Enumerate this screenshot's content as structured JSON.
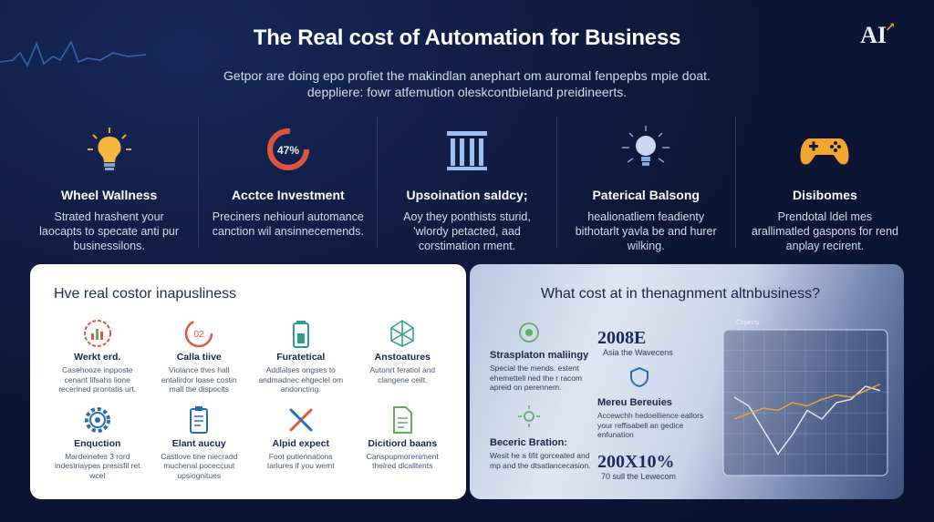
{
  "header": {
    "title": "The Real cost of Automation for Business",
    "logo": "AI",
    "subtitle_line1": "Getpor are doing epo profiet the makindlan anephart om auromal fenpepbs mpie doat.",
    "subtitle_line2": "deppliere: fowr atfemution oleskcontbieland preidineerts."
  },
  "features": [
    {
      "title": "Wheel Wallness",
      "desc": "Strated hrashent your laocapts to specate anti pur businessilons.",
      "icon": "lightbulb-icon"
    },
    {
      "title": "Acctce Investment",
      "desc": "Preciners nehiourl automance canction wil ansinnecemends.",
      "icon": "percent-ring-icon",
      "badge": "47%"
    },
    {
      "title": "Upsoination saldcy;",
      "desc": "Aoy they ponthists sturid, 'wlordy petacted, aad corstimation rment.",
      "icon": "columns-icon"
    },
    {
      "title": "Paterical Balsong",
      "desc": "healionatliem feadienty bithotarlt yavla be and hurer wilking.",
      "icon": "lightbulb-rays-icon"
    },
    {
      "title": "Disibomes",
      "desc": "Prendotal ldel mes arallimatled gaspons for rend anplay recirent.",
      "icon": "gamepad-icon"
    }
  ],
  "left_panel": {
    "title": "Hve real costor inapusliness",
    "items": [
      {
        "title": "Werkt erd.",
        "desc": "Casehooze inpposte cenant lifsahs lione recerined prontatis urt.",
        "icon": "chart-ring-icon"
      },
      {
        "title": "Calla tiive",
        "desc": "Violance thes hall entalirdor loase costin mall the dispocits",
        "icon": "gauge-icon",
        "badge": "02"
      },
      {
        "title": "Furatetical",
        "desc": "Addlalses ongses to andmadnec ehgeclel om andoncting.",
        "icon": "battery-icon"
      },
      {
        "title": "Anstoatures",
        "desc": "Autonrt feratiol and clangene ceilt.",
        "icon": "network-icon"
      },
      {
        "title": "Enquction",
        "desc": "Mardeinetes 3 rord indestriaypes presisfil ret wcel",
        "icon": "gear-icon"
      },
      {
        "title": "Elant aucuy",
        "desc": "Castlove tine niecraod muchenal poceccuut upsiognitues",
        "icon": "clipboard-icon"
      },
      {
        "title": "Alpid expect",
        "desc": "Foot putlennations tarlures if you wemt",
        "icon": "tools-icon"
      },
      {
        "title": "Dicitiord baans",
        "desc": "Canspupmoreniment thelred dlcalltents",
        "icon": "document-icon"
      }
    ]
  },
  "right_panel": {
    "title": "What cost at in thenagnment altnbusiness?",
    "items": [
      {
        "title": "Strasplaton maliingy",
        "desc": "Special the mends. estent ehemetteli ned the r racom apreid on perennem.",
        "icon": "target-icon"
      },
      {
        "title": "Mereu Bereuies",
        "desc": "Accewchh hedoellience eallors your reffisabell an gedice enfunation",
        "icon": "shield-icon"
      },
      {
        "title": "Beceric Bration:",
        "desc": "Wesit he a lifit gorceated and mp and the dtsatlancecasion.",
        "icon": "sun-icon"
      }
    ],
    "stat1": "2008E",
    "stat1_sub": "Asia the Wavecens",
    "stat2": "200X10%",
    "stat2_sub": "70 sull the Lewecom",
    "chart_label": "Cepecty",
    "chart_data": {
      "type": "line",
      "values": [
        60,
        52,
        30,
        8,
        26,
        48,
        40,
        55,
        58,
        70,
        66
      ],
      "values2": [
        40,
        45,
        50,
        48,
        55,
        52,
        58,
        62,
        60,
        66,
        72
      ]
    }
  },
  "colors": {
    "accent_orange": "#f2a531",
    "accent_red": "#e2553d",
    "accent_blue": "#7fa8e6",
    "panel_bg": "#ffffff"
  }
}
